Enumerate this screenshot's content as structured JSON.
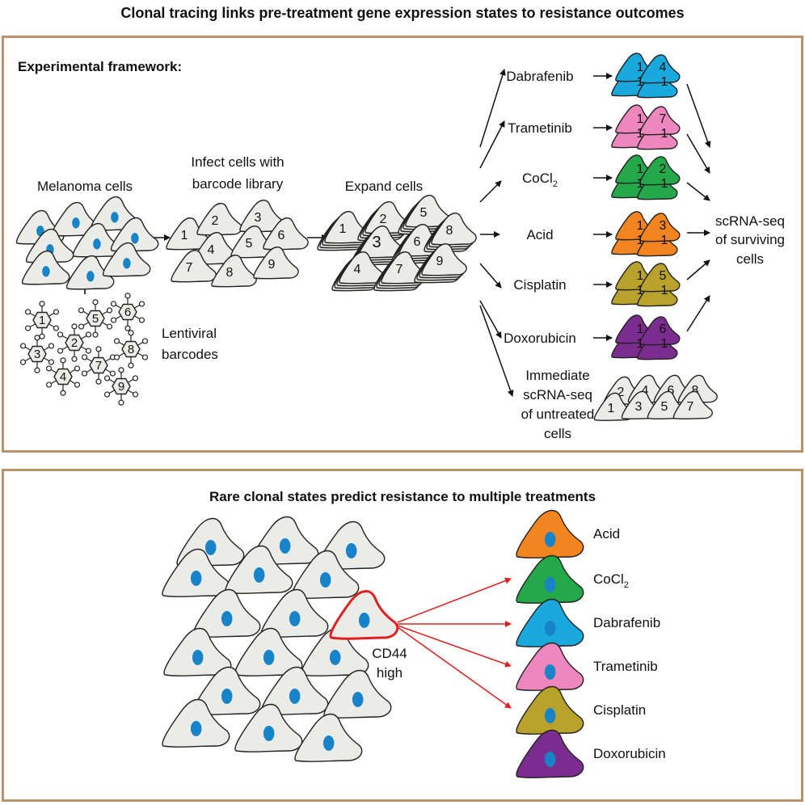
{
  "title": "Clonal tracing links pre-treatment gene expression states to resistance outcomes",
  "top_panel": {
    "heading": "Experimental framework:",
    "melanoma_label": "Melanoma cells",
    "infect_label_line1": "Infect cells with",
    "infect_label_line2": "barcode library",
    "expand_label": "Expand cells",
    "lentiviral_line1": "Lentiviral",
    "lentiviral_line2": "barcodes",
    "barcode_numbers": [
      "1",
      "2",
      "3",
      "4",
      "5",
      "6",
      "7",
      "8",
      "9"
    ],
    "treatments": [
      {
        "name": "Dabrafenib",
        "sub": "",
        "color": "#1aa9dc",
        "pair": [
          "1",
          "4"
        ]
      },
      {
        "name": "Trametinib",
        "sub": "",
        "color": "#ee87be",
        "pair": [
          "1",
          "7"
        ]
      },
      {
        "name": "CoCl",
        "sub": "2",
        "color": "#24a84a",
        "pair": [
          "1",
          "2"
        ]
      },
      {
        "name": "Acid",
        "sub": "",
        "color": "#f2851f",
        "pair": [
          "1",
          "3"
        ]
      },
      {
        "name": "Cisplatin",
        "sub": "",
        "color": "#b8a22c",
        "pair": [
          "1",
          "5"
        ]
      },
      {
        "name": "Doxorubicin",
        "sub": "",
        "color": "#7b2c8f",
        "pair": [
          "1",
          "6"
        ]
      }
    ],
    "scrna_line1": "scRNA-seq",
    "scrna_line2": "of surviving",
    "scrna_line3": "cells",
    "untreated_line1": "Immediate",
    "untreated_line2": "scRNA-seq",
    "untreated_line3": "of untreated",
    "untreated_line4": "cells",
    "untreated_numbers": [
      "2",
      "4",
      "6",
      "8",
      "1",
      "3",
      "5",
      "7"
    ]
  },
  "bottom_panel": {
    "heading": "Rare clonal states predict resistance to multiple treatments",
    "cd44_line1": "CD44",
    "cd44_line2": "high",
    "outcomes": [
      {
        "name": "Acid",
        "sub": "",
        "color": "#f2851f"
      },
      {
        "name": "CoCl",
        "sub": "2",
        "color": "#24a84a"
      },
      {
        "name": "Dabrafenib",
        "sub": "",
        "color": "#1aa9dc"
      },
      {
        "name": "Trametinib",
        "sub": "",
        "color": "#ee87be"
      },
      {
        "name": "Cisplatin",
        "sub": "",
        "color": "#b8a22c"
      },
      {
        "name": "Doxorubicin",
        "sub": "",
        "color": "#7b2c8f"
      }
    ]
  },
  "colors": {
    "border": "#b8926a",
    "cell_fill": "#ebebe7",
    "nucleus": "#1783c9",
    "highlight": "#e02020",
    "arrow": "#111111"
  }
}
